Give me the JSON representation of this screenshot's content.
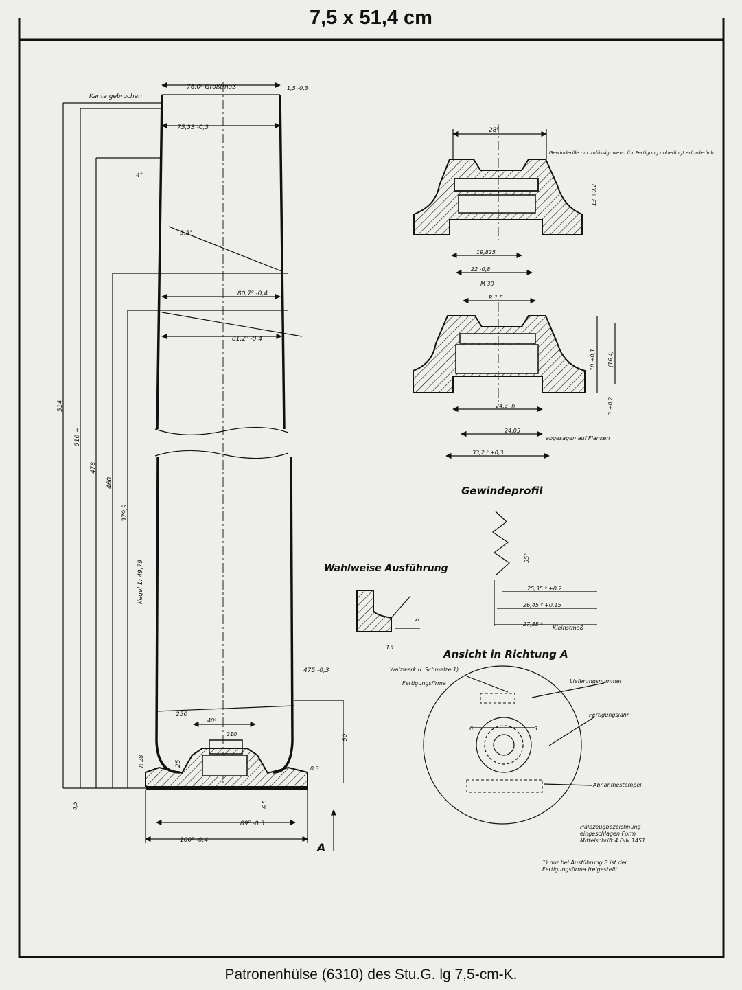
{
  "header": {
    "title": "7,5 x 51,4 cm"
  },
  "caption": "Patronenhülse (6310) des Stu.G. lg 7,5-cm-K.",
  "case_drawing": {
    "edge_note": "Kante gebrochen",
    "top_width": "76,0⁰ Größtmaß",
    "top_tol": "1,5 -0,3",
    "mouth_dia": "75,33 -0,3",
    "shoulder_angle": "4°",
    "neck_angle": "9,5°",
    "dia_80": "80,7⁰ -0,4",
    "dia_81": "81,2⁰ -0,4",
    "taper_note": "Kegel 1: 49,79",
    "len_514": "514",
    "len_510": "510 +",
    "len_478": "478",
    "len_460": "460",
    "len_379": "379,9",
    "dim_475": "475 -0,3",
    "dim_250": "250",
    "dim_40": "40⁰",
    "dim_210": "210",
    "dim_25": "25",
    "dim_50": "50",
    "dim_r28": "R 28",
    "dim_r03": "0,3",
    "dim_45": "4,5",
    "dim_65": "6,5",
    "rim_dia": "89⁰ -0,3",
    "base_dia": "100⁰ -0,4",
    "view_letter": "A"
  },
  "primer_detail": {
    "dim_28": "28⁰",
    "note": "Gewinderille nur zulässig, wenn für Fertigung unbedingt erforderlich",
    "dim_side": "13 +0,2",
    "dim_19": "19,825",
    "dim_22": "22 -0,8",
    "dim_m": "M 30",
    "dim_r15": "R 1,5",
    "dim_10": "10 +0,1",
    "dim_16": "(16,4)",
    "dim_3": "3 +0,2",
    "dim_24": "24,3 -h",
    "dim_24b": "24,05",
    "flank_note": "abgesagen auf Flanken",
    "dim_33": "33,2 ⁰ +0,3"
  },
  "thread_profile": {
    "title": "Gewindeprofil",
    "angle": "55°",
    "dim_a": "25,35 ⁰ +0,2",
    "dim_b": "26,45 ⁰ +0,15",
    "dim_c": "27,35 ⁰",
    "note": "Kleinstmaß"
  },
  "alt_design": {
    "title": "Wahlweise Ausführung",
    "dim": "5",
    "angle": "15"
  },
  "view_a": {
    "title": "Ansicht in Richtung A",
    "rolled": "Walzwerk u. Schmelze 1)",
    "maker": "Fertigungsfirma",
    "delivery": "Lieferungsnummer",
    "year": "Fertigungsjahr",
    "stamp": "Abnahmestempel",
    "dim_6": "6",
    "dim_3": "3",
    "label_note": "Halbzeugbezeichnung eingeschlagen Form Mittelschrift 4 DIN 1451",
    "footnote": "1) nur bei Ausführung B ist der Fertigungsfirma freigestellt"
  }
}
